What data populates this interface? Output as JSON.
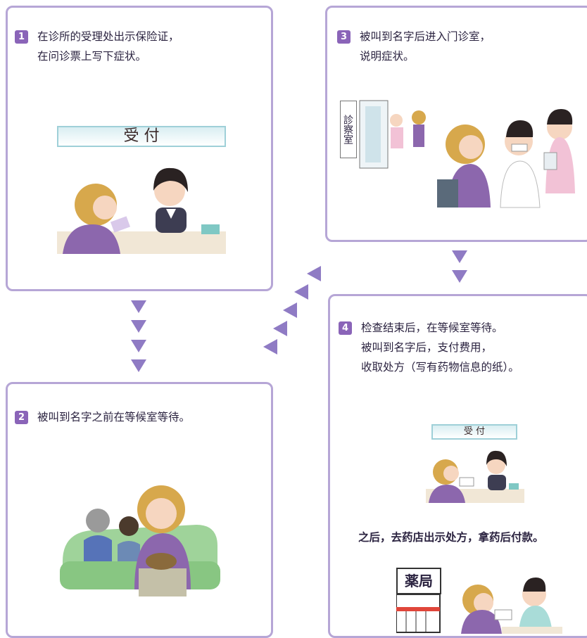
{
  "steps": [
    {
      "num": "1",
      "line1": "在诊所的受理处出示保险证，",
      "line2": "在问诊票上写下症状。",
      "sign": "受 付"
    },
    {
      "num": "2",
      "line1": "被叫到名字之前在等候室等待。"
    },
    {
      "num": "3",
      "line1": "被叫到名字后进入门诊室，",
      "line2": "说明症状。",
      "door_sign": "診察室"
    },
    {
      "num": "4",
      "line1": "检查结束后，在等候室等待。",
      "line2": "被叫到名字后，支付费用，",
      "line3": "收取处方（写有药物信息的纸）。",
      "sign": "受 付",
      "after": "之后，去药店出示处方，拿药后付款。",
      "pharmacy_sign": "薬局"
    }
  ],
  "colors": {
    "border": "#b6a6d6",
    "arrow": "#8f7bc4",
    "badge": "#8a64b8"
  }
}
